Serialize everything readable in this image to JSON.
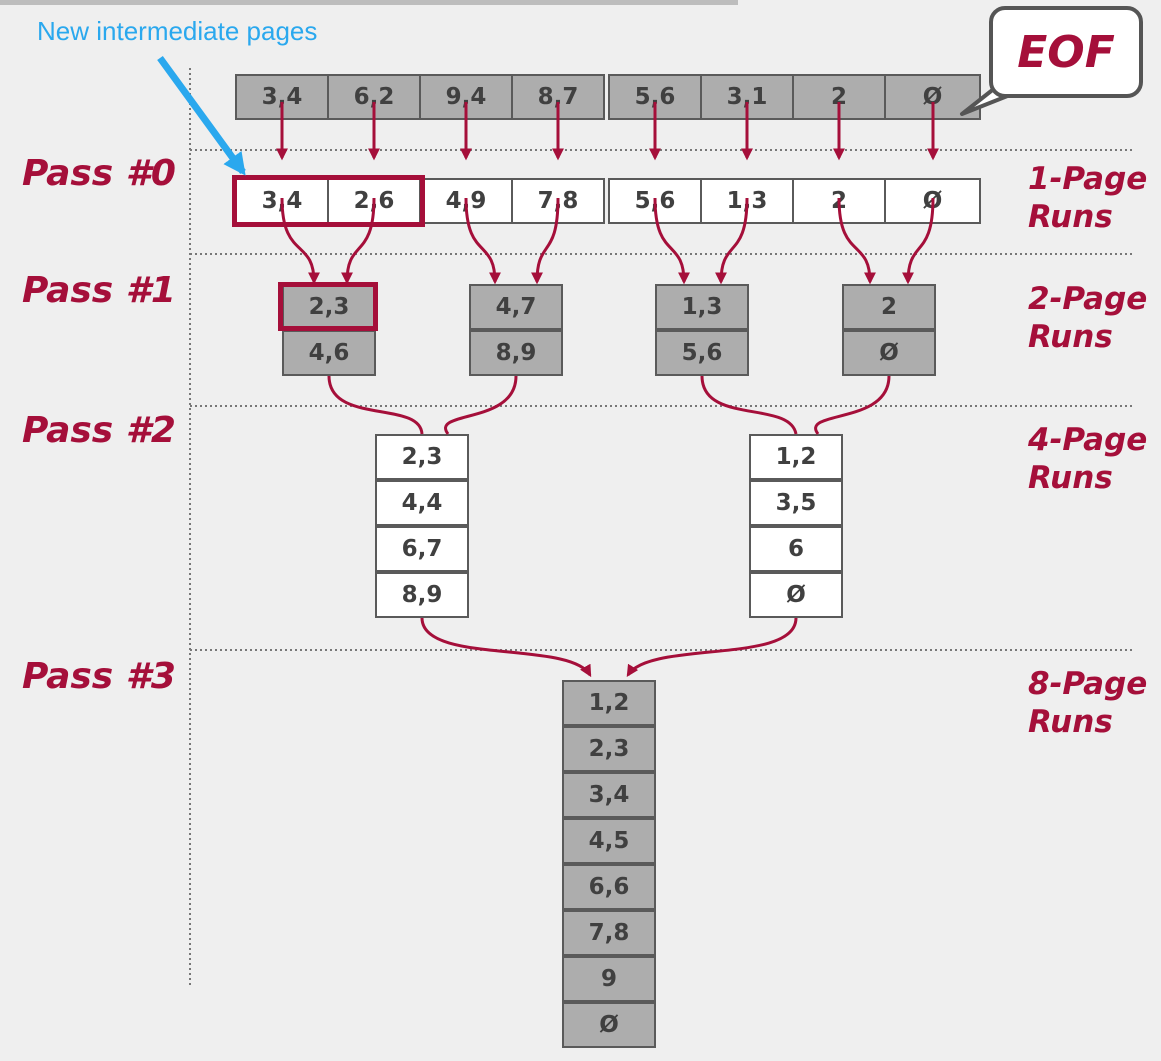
{
  "callout": "New intermediate pages",
  "eof": "EOF",
  "passes": [
    "Pass #0",
    "Pass #1",
    "Pass #2",
    "Pass #3"
  ],
  "runs": [
    [
      "1-Page",
      "Runs"
    ],
    [
      "2-Page",
      "Runs"
    ],
    [
      "4-Page",
      "Runs"
    ],
    [
      "8-Page",
      "Runs"
    ]
  ],
  "input_pages": [
    "3,4",
    "6,2",
    "9,4",
    "8,7",
    "5,6",
    "3,1",
    "2",
    "Ø"
  ],
  "pass0_pages": [
    "3,4",
    "2,6",
    "4,9",
    "7,8",
    "5,6",
    "1,3",
    "2",
    "Ø"
  ],
  "pass1_runs": [
    [
      "2,3",
      "4,6"
    ],
    [
      "4,7",
      "8,9"
    ],
    [
      "1,3",
      "5,6"
    ],
    [
      "2",
      "Ø"
    ]
  ],
  "pass2_runs": [
    [
      "2,3",
      "4,4",
      "6,7",
      "8,9"
    ],
    [
      "1,2",
      "3,5",
      "6",
      "Ø"
    ]
  ],
  "pass3_run": [
    "1,2",
    "2,3",
    "3,4",
    "4,5",
    "6,6",
    "7,8",
    "9",
    "Ø"
  ],
  "colors": {
    "accent": "#a50f3a",
    "callout": "#2aa8ee",
    "page_gray": "#adadad"
  }
}
